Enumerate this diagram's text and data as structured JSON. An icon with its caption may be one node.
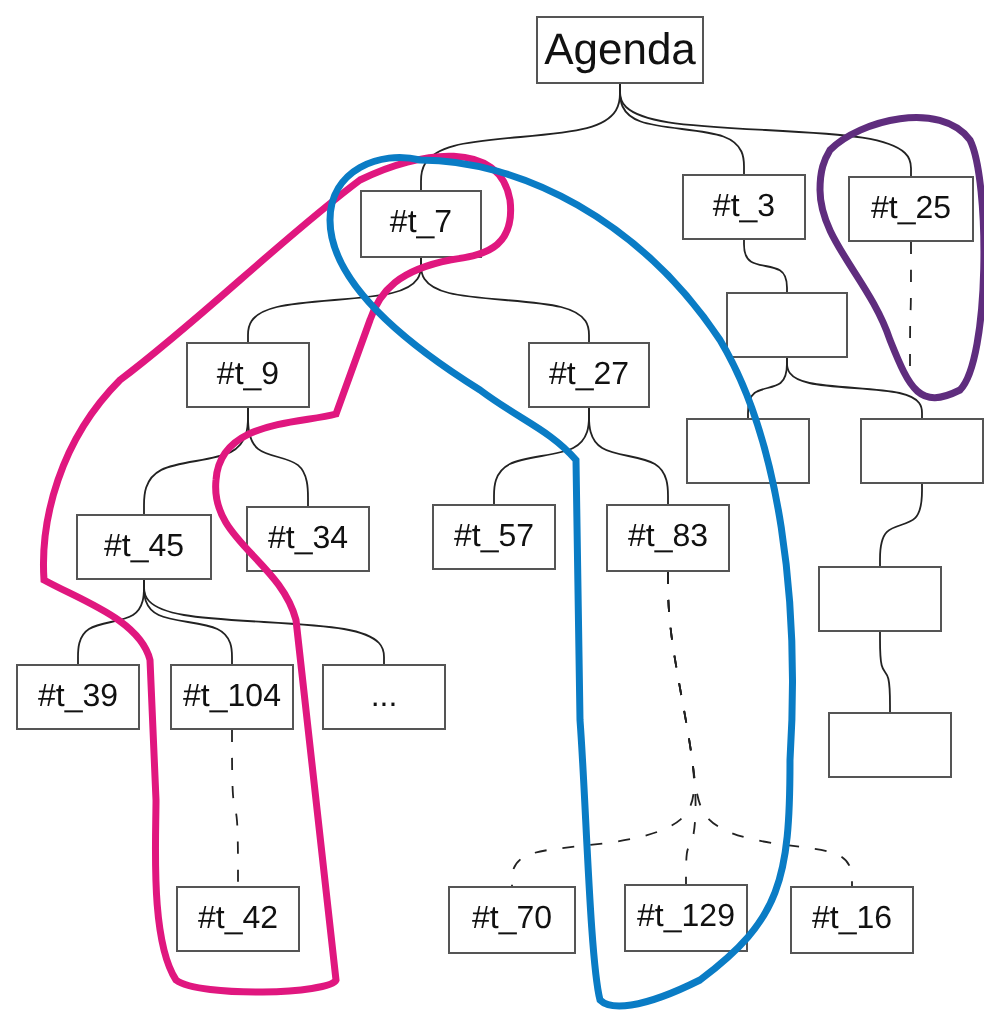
{
  "diagram": {
    "nodes": [
      {
        "text": [
          "Agenda"
        ]
      },
      {
        "text": [
          "#t_7"
        ]
      },
      {
        "text": [
          "#t_3"
        ]
      },
      {
        "text": [
          "#t_25"
        ]
      },
      {
        "text": [],
        "shape": "box"
      },
      {
        "text": [
          "#t_9"
        ]
      },
      {
        "text": [
          "#t_27"
        ]
      },
      {
        "text": [],
        "shape": "box"
      },
      {
        "text": [],
        "shape": "box"
      },
      {
        "text": [
          "#t_45"
        ]
      },
      {
        "text": [
          "#t_34"
        ]
      },
      {
        "text": [
          "#t_57"
        ]
      },
      {
        "text": [
          "#t_83"
        ]
      },
      {
        "text": [],
        "shape": "box"
      },
      {
        "text": [
          "#t_39"
        ]
      },
      {
        "text": [
          "#t_104"
        ]
      },
      {
        "text": [
          "..."
        ]
      },
      {
        "text": [],
        "shape": "box"
      },
      {
        "text": [
          "#t_42"
        ]
      },
      {
        "text": [
          "#t_70"
        ]
      },
      {
        "text": [
          "#t_129"
        ]
      },
      {
        "text": [
          "#t_16"
        ]
      }
    ],
    "edges": [
      {
        "from": 0,
        "to": 1,
        "arrow": "none"
      },
      {
        "from": 0,
        "to": 2,
        "arrow": "none"
      },
      {
        "from": 0,
        "to": 3,
        "arrow": "none"
      },
      {
        "from": 1,
        "to": 5,
        "arrow": "none"
      },
      {
        "from": 1,
        "to": 6,
        "arrow": "none"
      },
      {
        "from": 2,
        "to": 4,
        "arrow": "none"
      },
      {
        "from": 3,
        "to": null,
        "arrow": "none",
        "style": "dashed"
      },
      {
        "from": 4,
        "to": 7,
        "arrow": "none"
      },
      {
        "from": 4,
        "to": 8,
        "arrow": "none"
      },
      {
        "from": 5,
        "to": 9,
        "arrow": "none"
      },
      {
        "from": 5,
        "to": 10,
        "arrow": "none"
      },
      {
        "from": 6,
        "to": 11,
        "arrow": "none"
      },
      {
        "from": 6,
        "to": 12,
        "arrow": "none"
      },
      {
        "from": 8,
        "to": 13,
        "arrow": "none"
      },
      {
        "from": 13,
        "to": 17,
        "arrow": "none"
      },
      {
        "from": 9,
        "to": 14,
        "arrow": "none"
      },
      {
        "from": 9,
        "to": 15,
        "arrow": "none"
      },
      {
        "from": 9,
        "to": 16,
        "arrow": "none"
      },
      {
        "from": 15,
        "to": 18,
        "arrow": "none",
        "style": "dashed"
      },
      {
        "from": 12,
        "to": 19,
        "arrow": "none",
        "style": "dashed"
      },
      {
        "from": 12,
        "to": 20,
        "arrow": "none",
        "style": "dashed"
      },
      {
        "from": 12,
        "to": 21,
        "arrow": "none",
        "style": "dashed"
      }
    ]
  }
}
